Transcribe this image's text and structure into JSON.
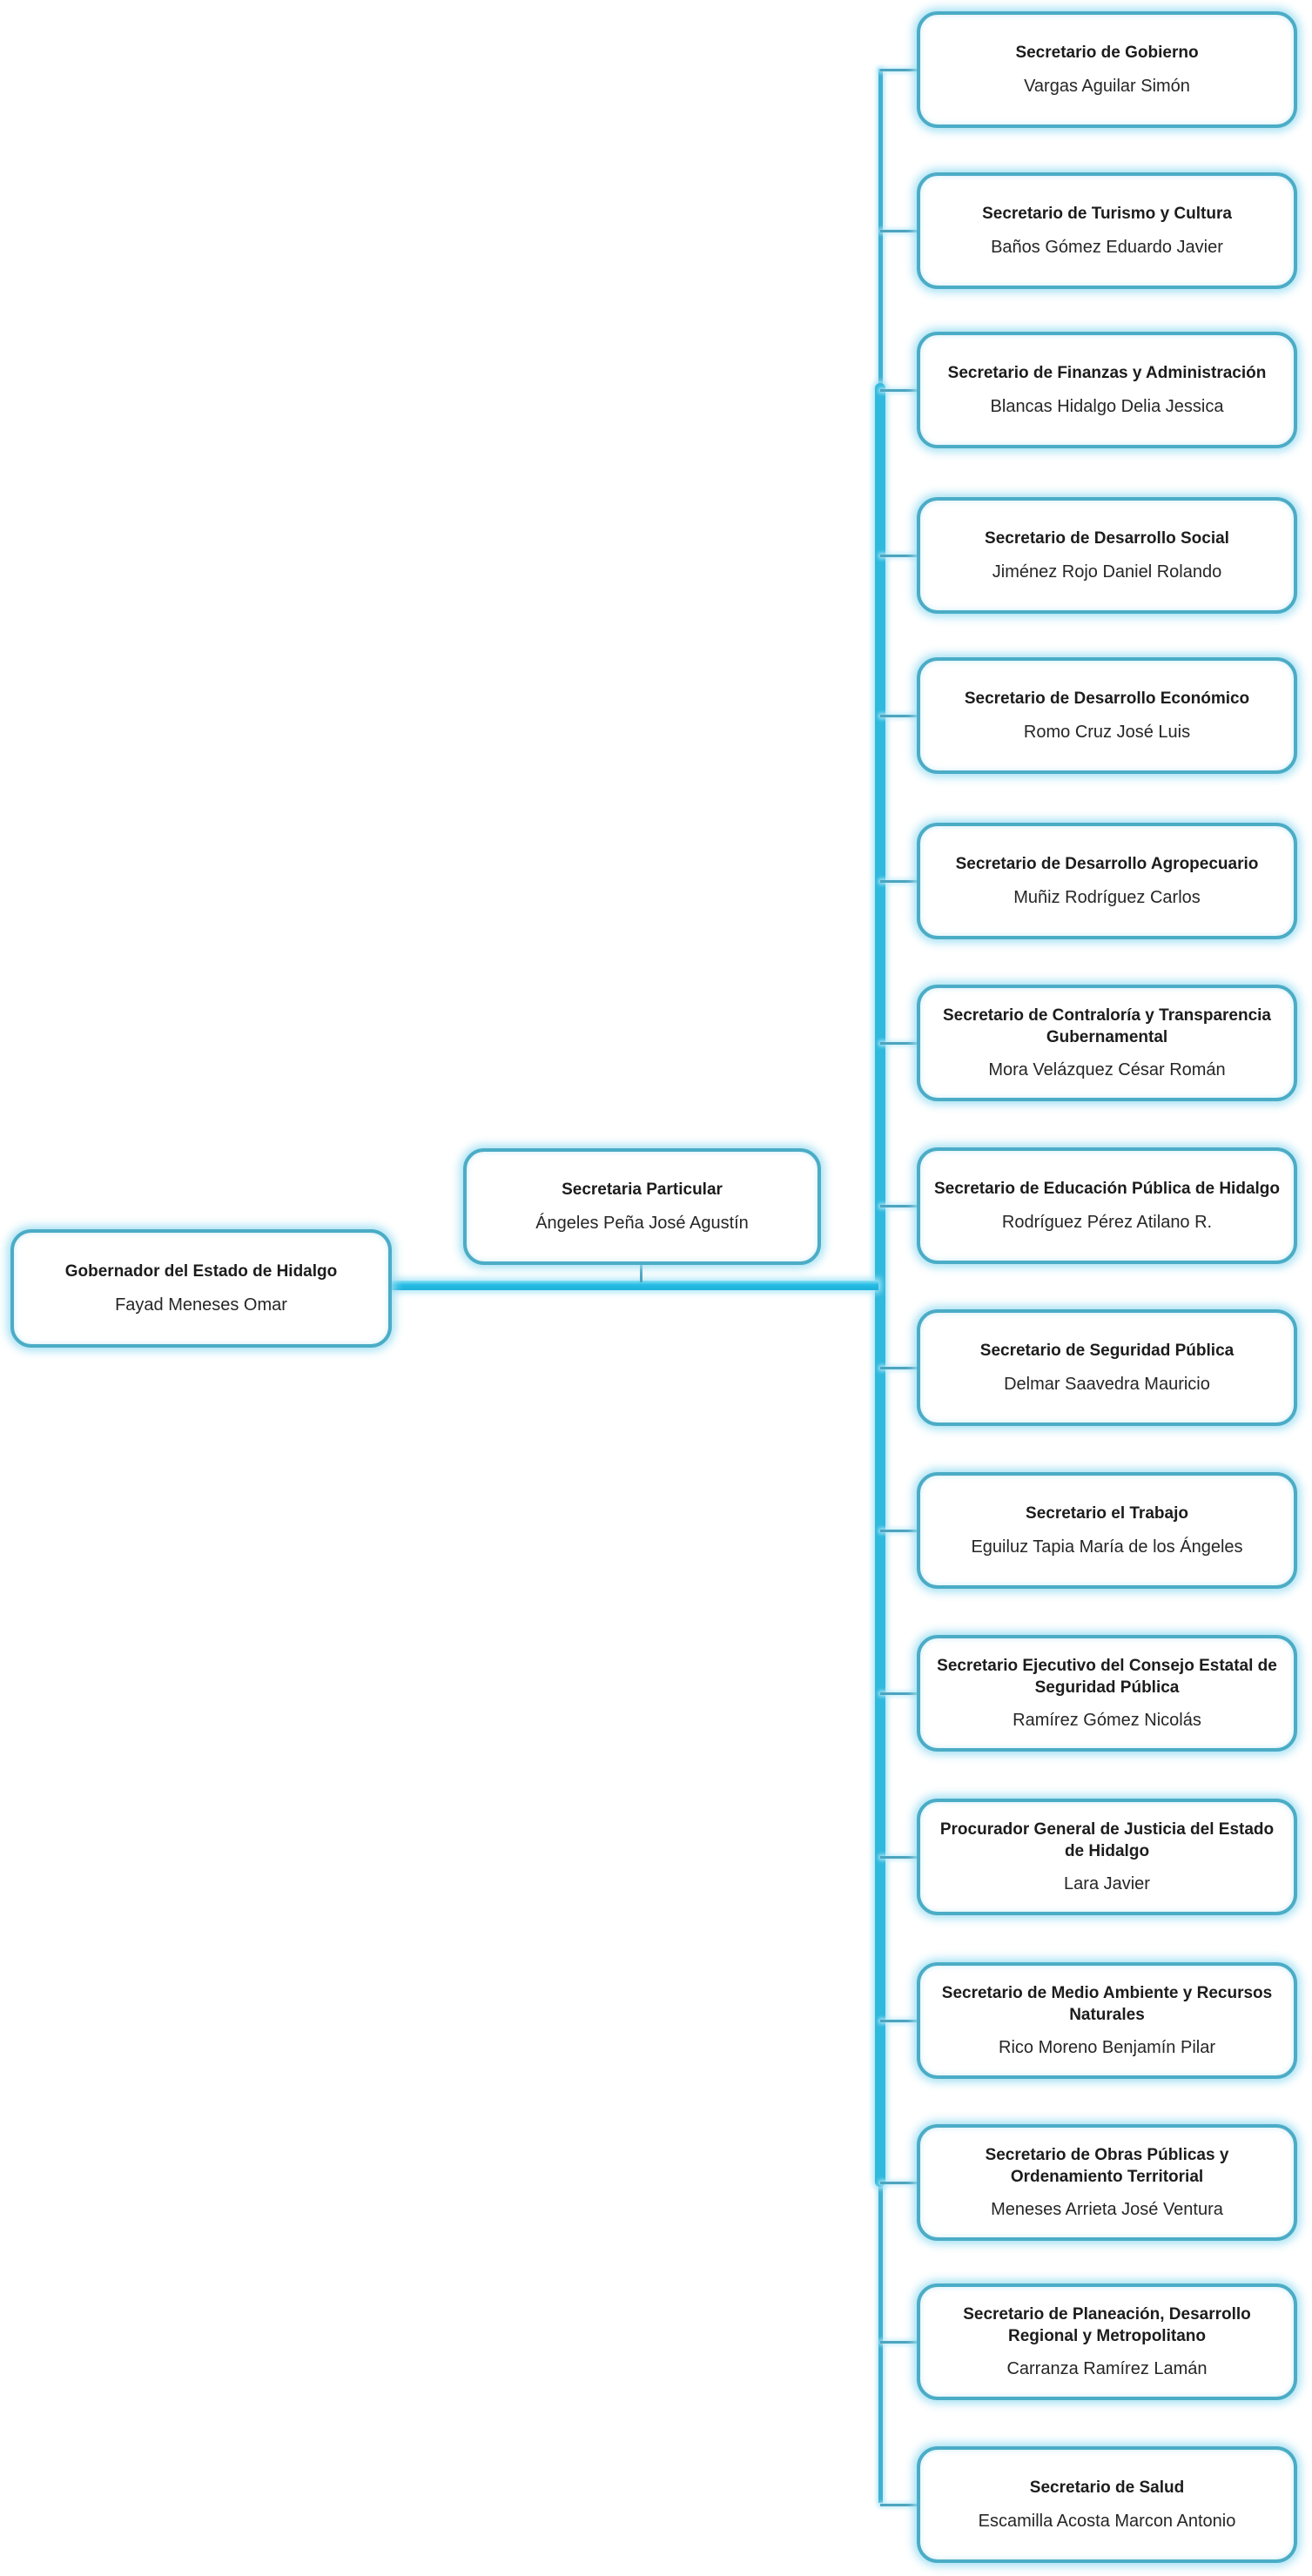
{
  "org": {
    "root": {
      "title": "Gobernador del Estado de Hidalgo",
      "name": "Fayad Meneses Omar"
    },
    "assistant": {
      "title": "Secretaria Particular",
      "name": "Ángeles Peña José Agustín"
    },
    "children": [
      {
        "title": "Secretario de Gobierno",
        "name": "Vargas Aguilar Simón"
      },
      {
        "title": "Secretario de Turismo y Cultura",
        "name": "Baños Gómez Eduardo Javier"
      },
      {
        "title": "Secretario de Finanzas y Administración",
        "name": "Blancas Hidalgo Delia Jessica"
      },
      {
        "title": "Secretario de Desarrollo Social",
        "name": "Jiménez Rojo Daniel Rolando"
      },
      {
        "title": "Secretario de Desarrollo Económico",
        "name": "Romo Cruz José Luis"
      },
      {
        "title": "Secretario de Desarrollo Agropecuario",
        "name": "Muñiz Rodríguez Carlos"
      },
      {
        "title": "Secretario de Contraloría y Transparencia  Gubernamental",
        "name": "Mora Velázquez César Román"
      },
      {
        "title": "Secretario de Educación Pública de Hidalgo",
        "name": "Rodríguez Pérez Atilano R."
      },
      {
        "title": "Secretario de Seguridad Pública",
        "name": "Delmar Saavedra Mauricio"
      },
      {
        "title": "Secretario el Trabajo",
        "name": "Eguiluz Tapia María de los Ángeles"
      },
      {
        "title": "Secretario Ejecutivo del Consejo Estatal de Seguridad Pública",
        "name": "Ramírez Gómez  Nicolás"
      },
      {
        "title": "Procurador General de Justicia del Estado de Hidalgo",
        "name": "Lara Javier"
      },
      {
        "title": "Secretario de Medio Ambiente y Recursos Naturales",
        "name": "Rico Moreno Benjamín  Pilar"
      },
      {
        "title": "Secretario de Obras Públicas y Ordenamiento Territorial",
        "name": "Meneses Arrieta José Ventura"
      },
      {
        "title": "Secretario de Planeación, Desarrollo Regional y Metropolitano",
        "name": "Carranza Ramírez Lamán"
      },
      {
        "title": "Secretario de Salud",
        "name": "Escamilla Acosta Marcon Antonio"
      }
    ]
  },
  "colors": {
    "background": "#FFFFFF",
    "node_fill": "#FFFFFF",
    "node_border": "#4BACC6",
    "glow": "#A9E2F3",
    "connector": "#4DA4BF",
    "trunk": "#2FB9DE",
    "root_line": "#25BCE5",
    "title_text": "#1C1C1C",
    "name_text": "#262626"
  }
}
